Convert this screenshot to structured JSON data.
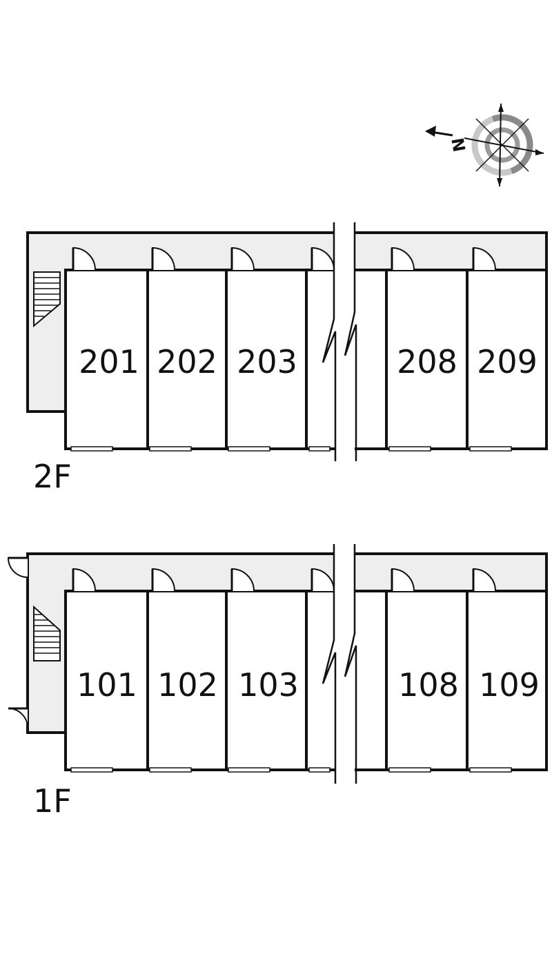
{
  "compass": {
    "north_label": "N",
    "icon": "compass-icon"
  },
  "colors": {
    "walkway": "#eeeeee",
    "wall": "#111111",
    "room": "#ffffff",
    "ring_dark": "#888888",
    "ring_light": "#c8c8c8"
  },
  "floors": [
    {
      "label": "2F",
      "units": [
        "201",
        "202",
        "203",
        "208",
        "209"
      ]
    },
    {
      "label": "1F",
      "units": [
        "101",
        "102",
        "103",
        "108",
        "109"
      ]
    }
  ]
}
